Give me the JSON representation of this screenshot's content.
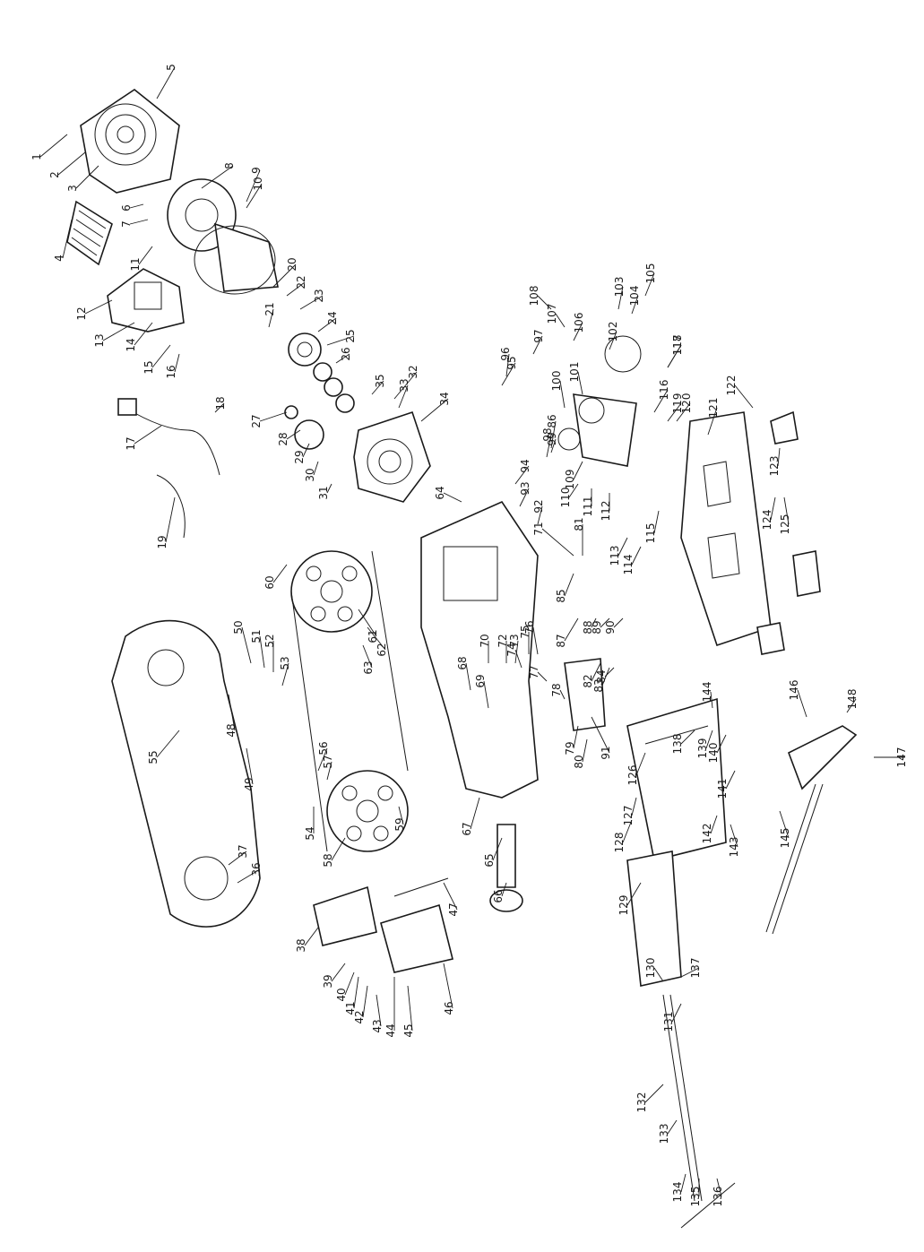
{
  "diagram": {
    "callouts": [
      "1",
      "2",
      "3",
      "4",
      "5",
      "6",
      "7",
      "8",
      "9",
      "10",
      "11",
      "12",
      "13",
      "14",
      "15",
      "16",
      "17",
      "18",
      "19",
      "20",
      "21",
      "22",
      "23",
      "24",
      "25",
      "26",
      "27",
      "28",
      "29",
      "30",
      "31",
      "32",
      "33",
      "34",
      "35",
      "36",
      "37",
      "38",
      "39",
      "40",
      "41",
      "42",
      "43",
      "44",
      "45",
      "46",
      "47",
      "48",
      "49",
      "50",
      "51",
      "52",
      "53",
      "54",
      "55",
      "56",
      "57",
      "58",
      "59",
      "60",
      "61",
      "62",
      "63",
      "64",
      "65",
      "66",
      "67",
      "68",
      "69",
      "70",
      "71",
      "72",
      "73",
      "74",
      "75",
      "76",
      "77",
      "78",
      "79",
      "80",
      "81",
      "82",
      "83",
      "84",
      "85",
      "86",
      "87",
      "88",
      "89",
      "90",
      "91",
      "92",
      "93",
      "94",
      "95",
      "96",
      "97",
      "98",
      "99",
      "100",
      "101",
      "102",
      "103",
      "104",
      "105",
      "106",
      "107",
      "108",
      "109",
      "110",
      "111",
      "112",
      "113",
      "114",
      "115",
      "116",
      "117",
      "118",
      "119",
      "120",
      "121",
      "122",
      "123",
      "124",
      "125",
      "126",
      "127",
      "128",
      "129",
      "130",
      "131",
      "132",
      "133",
      "134",
      "135",
      "136",
      "137",
      "138",
      "139",
      "140",
      "141",
      "142",
      "143",
      "144",
      "145",
      "146",
      "147",
      "148"
    ]
  }
}
